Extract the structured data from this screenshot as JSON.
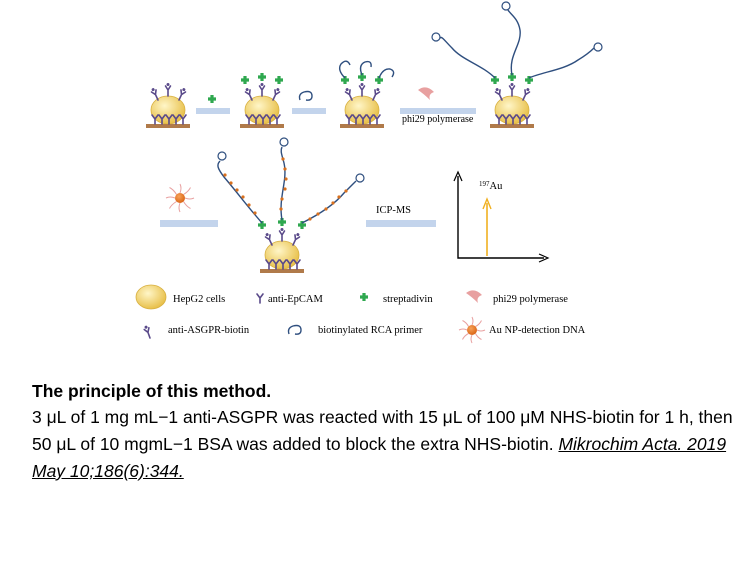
{
  "diagram": {
    "step_labels": {
      "polymerase_step": "phi29 polymerase",
      "detection_step": "ICP-MS"
    },
    "graph": {
      "peak_label_superscript": "197",
      "peak_label_element": "Au"
    },
    "legend": [
      {
        "icon": "hepg2-cell-icon",
        "label": "HepG2 cells"
      },
      {
        "icon": "anti-epcam-icon",
        "label": "anti-EpCAM"
      },
      {
        "icon": "streptavidin-icon",
        "label": "streptadivin"
      },
      {
        "icon": "phi29-polymerase-icon",
        "label": "phi29 polymerase"
      },
      {
        "icon": "anti-asgpr-biotin-icon",
        "label": "anti-ASGPR-biotin"
      },
      {
        "icon": "biotinylated-rca-primer-icon",
        "label": "biotinylated RCA primer"
      },
      {
        "icon": "au-np-detection-dna-icon",
        "label": "Au NP-detection DNA"
      }
    ],
    "colors": {
      "cell": "#f2d36a",
      "substrate": "#b07a4a",
      "antibody": "#5a4a8a",
      "streptavidin": "#2fa84f",
      "polymerase": "#e8a0a0",
      "dna_strand": "#2f4f7f",
      "gold_np": "#e5751e",
      "arrow": "#c3d4ec",
      "peak": "#f0b020"
    }
  },
  "caption": {
    "title": "The principle of this method.",
    "body": "3 μL of 1 mg mL−1 anti-ASGPR was reacted with 15 μL of 100 μM NHS-biotin for 1 h, then 50 μL of 10 mgmL−1 BSA was added to block the extra NHS-biotin. ",
    "citation": "Mikrochim Acta. 2019 May 10;186(6):344. "
  }
}
